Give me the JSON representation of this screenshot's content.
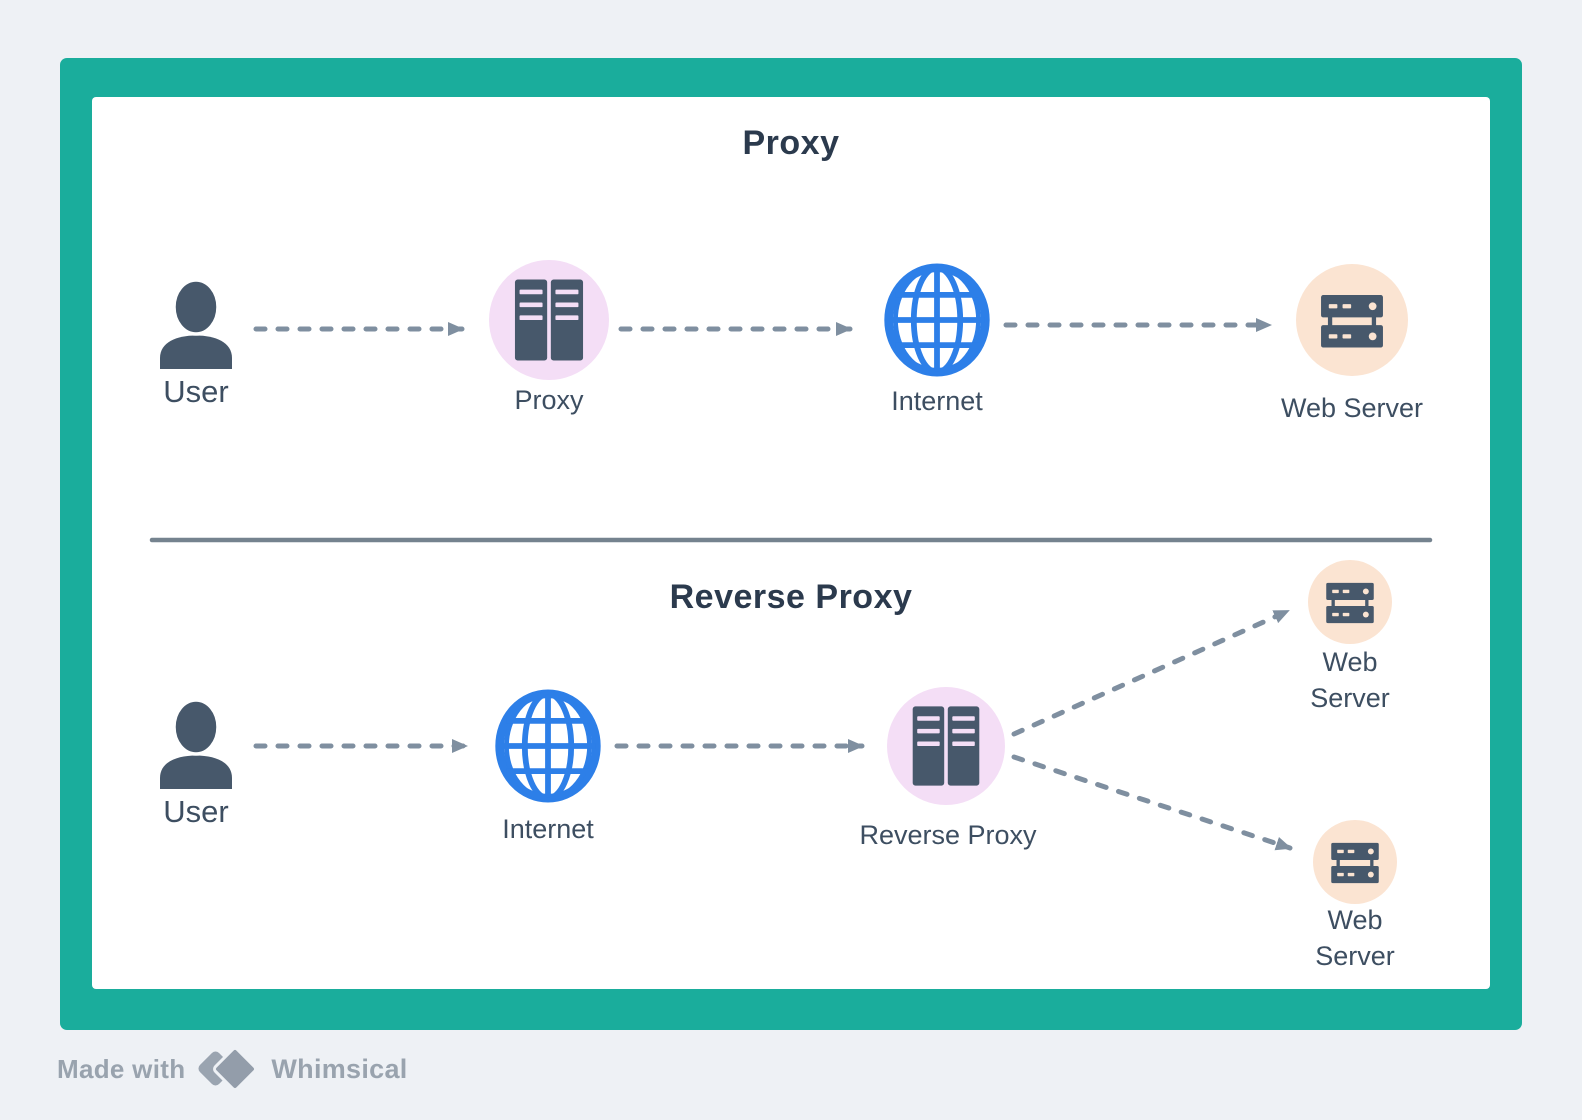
{
  "sections": {
    "proxy": {
      "title": "Proxy",
      "nodes": {
        "user": {
          "label": "User"
        },
        "proxy": {
          "label": "Proxy"
        },
        "internet": {
          "label": "Internet"
        },
        "web_server": {
          "label": "Web Server"
        }
      }
    },
    "reverse_proxy": {
      "title": "Reverse Proxy",
      "nodes": {
        "user": {
          "label": "User"
        },
        "internet": {
          "label": "Internet"
        },
        "reverse_proxy": {
          "label": "Reverse Proxy"
        },
        "web_server_top": {
          "label": "Web Server"
        },
        "web_server_bottom": {
          "label": "Web Server"
        }
      }
    }
  },
  "footer": {
    "made_with": "Made with",
    "brand": "Whimsical"
  },
  "colors": {
    "canvas_bg": "#eef1f5",
    "frame_green": "#1aad9c",
    "panel_bg": "#ffffff",
    "node_purple_bg": "#f4def6",
    "node_peach_bg": "#fbe4d2",
    "icon_slate": "#47586b",
    "globe_blue": "#2d7fe8",
    "arrow_gray": "#7f8fa0",
    "divider_gray": "#75838f",
    "title_text": "#2b3a4d",
    "label_text": "#3d4e61",
    "footer_text": "#99a3ae"
  }
}
